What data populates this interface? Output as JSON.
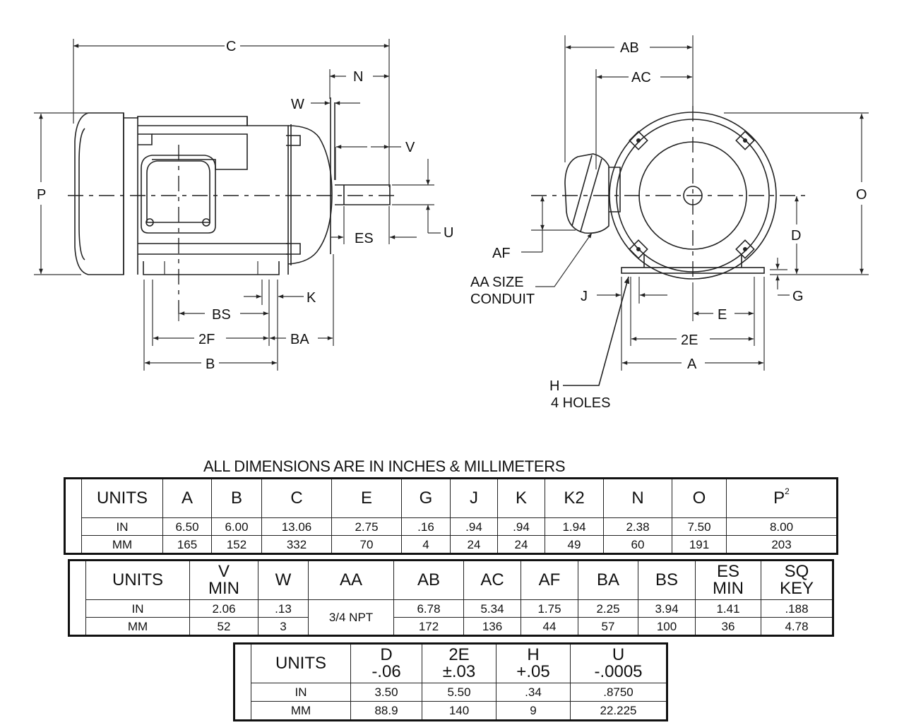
{
  "side_view": {
    "labels": {
      "C": "C",
      "N": "N",
      "W": "W",
      "V": "V",
      "P": "P",
      "U": "U",
      "ES": "ES",
      "K": "K",
      "BS": "BS",
      "F2": "2F",
      "BA": "BA",
      "B": "B"
    }
  },
  "end_view": {
    "labels": {
      "AB": "AB",
      "AC": "AC",
      "O": "O",
      "AF": "AF",
      "AA": "AA SIZE",
      "AA2": "CONDUIT",
      "D": "D",
      "J": "J",
      "G": "G",
      "E": "E",
      "E2": "2E",
      "A": "A",
      "H": "H",
      "H2": "4 HOLES"
    }
  },
  "caption": "ALL DIMENSIONS ARE IN INCHES & MILLIMETERS",
  "table1": {
    "units_label": "UNITS",
    "headers": [
      "A",
      "B",
      "C",
      "E",
      "G",
      "J",
      "K",
      "K2",
      "N",
      "O",
      "P"
    ],
    "p_superscript": "2",
    "rows": [
      {
        "unit": "IN",
        "values": [
          "6.50",
          "6.00",
          "13.06",
          "2.75",
          ".16",
          ".94",
          ".94",
          "1.94",
          "2.38",
          "7.50",
          "8.00"
        ]
      },
      {
        "unit": "MM",
        "values": [
          "165",
          "152",
          "332",
          "70",
          "4",
          "24",
          "24",
          "49",
          "60",
          "191",
          "203"
        ]
      }
    ]
  },
  "table2": {
    "units_label": "UNITS",
    "headers": [
      [
        "V",
        "MIN"
      ],
      [
        "W"
      ],
      [
        "AA"
      ],
      [
        "AB"
      ],
      [
        "AC"
      ],
      [
        "AF"
      ],
      [
        "BA"
      ],
      [
        "BS"
      ],
      [
        "ES",
        "MIN"
      ],
      [
        "SQ",
        "KEY"
      ]
    ],
    "aa_value": "3/4 NPT",
    "rows": [
      {
        "unit": "IN",
        "values": [
          "2.06",
          ".13",
          "6.78",
          "5.34",
          "1.75",
          "2.25",
          "3.94",
          "1.41",
          ".188"
        ]
      },
      {
        "unit": "MM",
        "values": [
          "52",
          "3",
          "172",
          "136",
          "44",
          "57",
          "100",
          "36",
          "4.78"
        ]
      }
    ]
  },
  "table3": {
    "units_label": "UNITS",
    "headers": [
      [
        "D",
        "-.06"
      ],
      [
        "2E",
        "±.03"
      ],
      [
        "H",
        "+.05"
      ],
      [
        "U",
        "-.0005"
      ]
    ],
    "rows": [
      {
        "unit": "IN",
        "values": [
          "3.50",
          "5.50",
          ".34",
          ".8750"
        ]
      },
      {
        "unit": "MM",
        "values": [
          "88.9",
          "140",
          "9",
          "22.225"
        ]
      }
    ]
  }
}
